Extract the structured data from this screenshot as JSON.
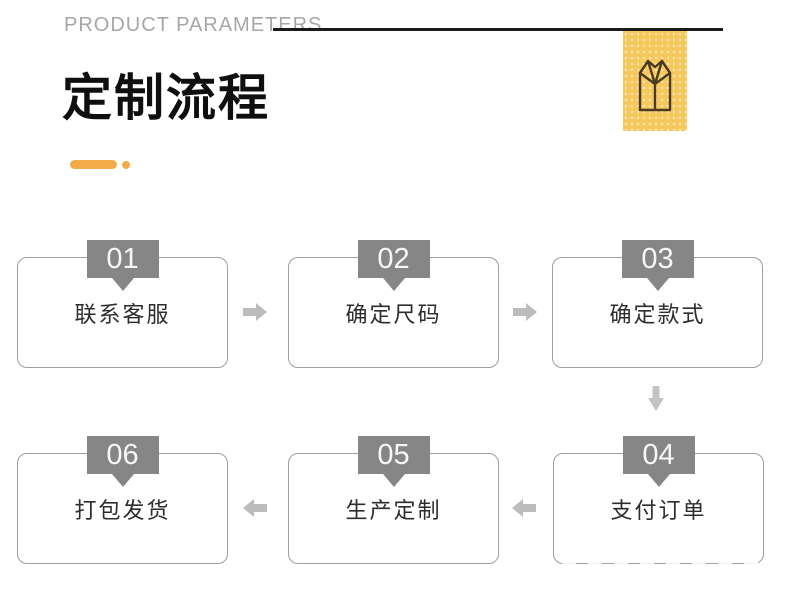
{
  "header": {
    "eyebrow": "PRODUCT PARAMETERS",
    "title": "定制流程",
    "accent_color": "#F1AC49",
    "rule_color": "#1B1B1B",
    "icon": "vest-icon",
    "icon_bg": "#F6C95E",
    "icon_stroke": "#4A3A20"
  },
  "flow": {
    "badge_color": "#868686",
    "badge_text_color": "#F7F7F7",
    "card_border_color": "#9E9E9E",
    "arrow_color": "#BCBCBC",
    "steps": [
      {
        "num": "01",
        "label": "联系客服"
      },
      {
        "num": "02",
        "label": "确定尺码"
      },
      {
        "num": "03",
        "label": "确定款式"
      },
      {
        "num": "04",
        "label": "支付订单"
      },
      {
        "num": "05",
        "label": "生产定制"
      },
      {
        "num": "06",
        "label": "打包发货"
      }
    ],
    "arrows": [
      {
        "icon": "arrow-right-icon",
        "from": "01",
        "to": "02"
      },
      {
        "icon": "arrow-right-icon",
        "from": "02",
        "to": "03"
      },
      {
        "icon": "arrow-down-icon",
        "from": "03",
        "to": "04"
      },
      {
        "icon": "arrow-left-icon",
        "from": "04",
        "to": "05"
      },
      {
        "icon": "arrow-left-icon",
        "from": "05",
        "to": "06"
      }
    ]
  }
}
